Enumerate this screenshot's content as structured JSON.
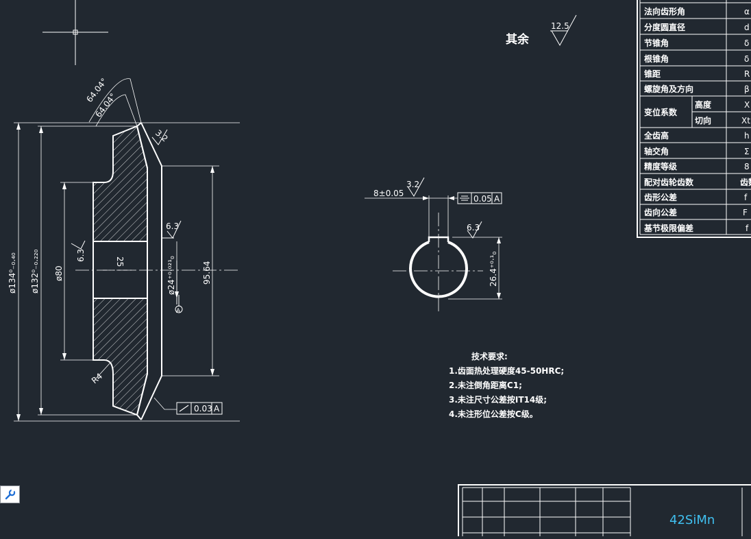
{
  "colors": {
    "background": "#212830",
    "line": "#ffffff",
    "material": "#40c0f0",
    "tool_icon": "#1f6fd6"
  },
  "roughness_note": {
    "label": "其余",
    "value": "12.5"
  },
  "section_view": {
    "angle_outer": "64.04°",
    "angle_inner": "64.04°",
    "rough_tip": "3.2",
    "rough_bore_right": "6.3",
    "rough_bore_left": "6.3",
    "dim_outer_dia": "ø134⁰₋₀.₄₀",
    "dim_pitch_dia": "ø132⁰₋₀.₂₂₀",
    "dim_hub_dia": "ø80",
    "dim_bore": "ø24⁺⁰·⁰²¹₀",
    "dim_hub_length": "25",
    "dim_height": "95.64",
    "fillet_radius": "R4",
    "datum": "A",
    "runout_tol": "0.03",
    "runout_datum": "A"
  },
  "keyway_view": {
    "width_dim": "8±0.05",
    "rough_top": "3.2",
    "rough_side": "6.3",
    "symmetry_tol": "0.05",
    "symmetry_datum": "A",
    "depth_dim": "26.4⁺⁰·¹₀"
  },
  "tech_requirements": {
    "title": "技术要求:",
    "items": [
      "1.齿面热处理硬度45-50HRC;",
      "2.未注倒角距离C1;",
      "3.未注尺寸公差按IT14级;",
      "4.未注形位公差按C级。"
    ]
  },
  "param_table": {
    "rows": [
      {
        "label": "法向齿形角",
        "value": "α"
      },
      {
        "label": "分度圆直径",
        "value": "d"
      },
      {
        "label": "节锥角",
        "value": "δ"
      },
      {
        "label": "根锥角",
        "value": "δ"
      },
      {
        "label": "锥距",
        "value": "R"
      },
      {
        "label": "螺旋角及方向",
        "value": "β"
      },
      {
        "label": "变位系数",
        "sub": "高度",
        "value": "X"
      },
      {
        "label": "",
        "sub": "切向",
        "value": "Xt"
      },
      {
        "label": "全齿高",
        "value": "h"
      },
      {
        "label": "轴交角",
        "value": "Σ"
      },
      {
        "label": "精度等级",
        "value": "8"
      },
      {
        "label": "配对齿轮齿数",
        "value": "齿数"
      },
      {
        "label": "齿形公差",
        "value": "f"
      },
      {
        "label": "齿向公差",
        "value": "F"
      },
      {
        "label": "基节极限偏差",
        "value": "f"
      }
    ]
  },
  "title_block": {
    "material": "42SiMn"
  }
}
